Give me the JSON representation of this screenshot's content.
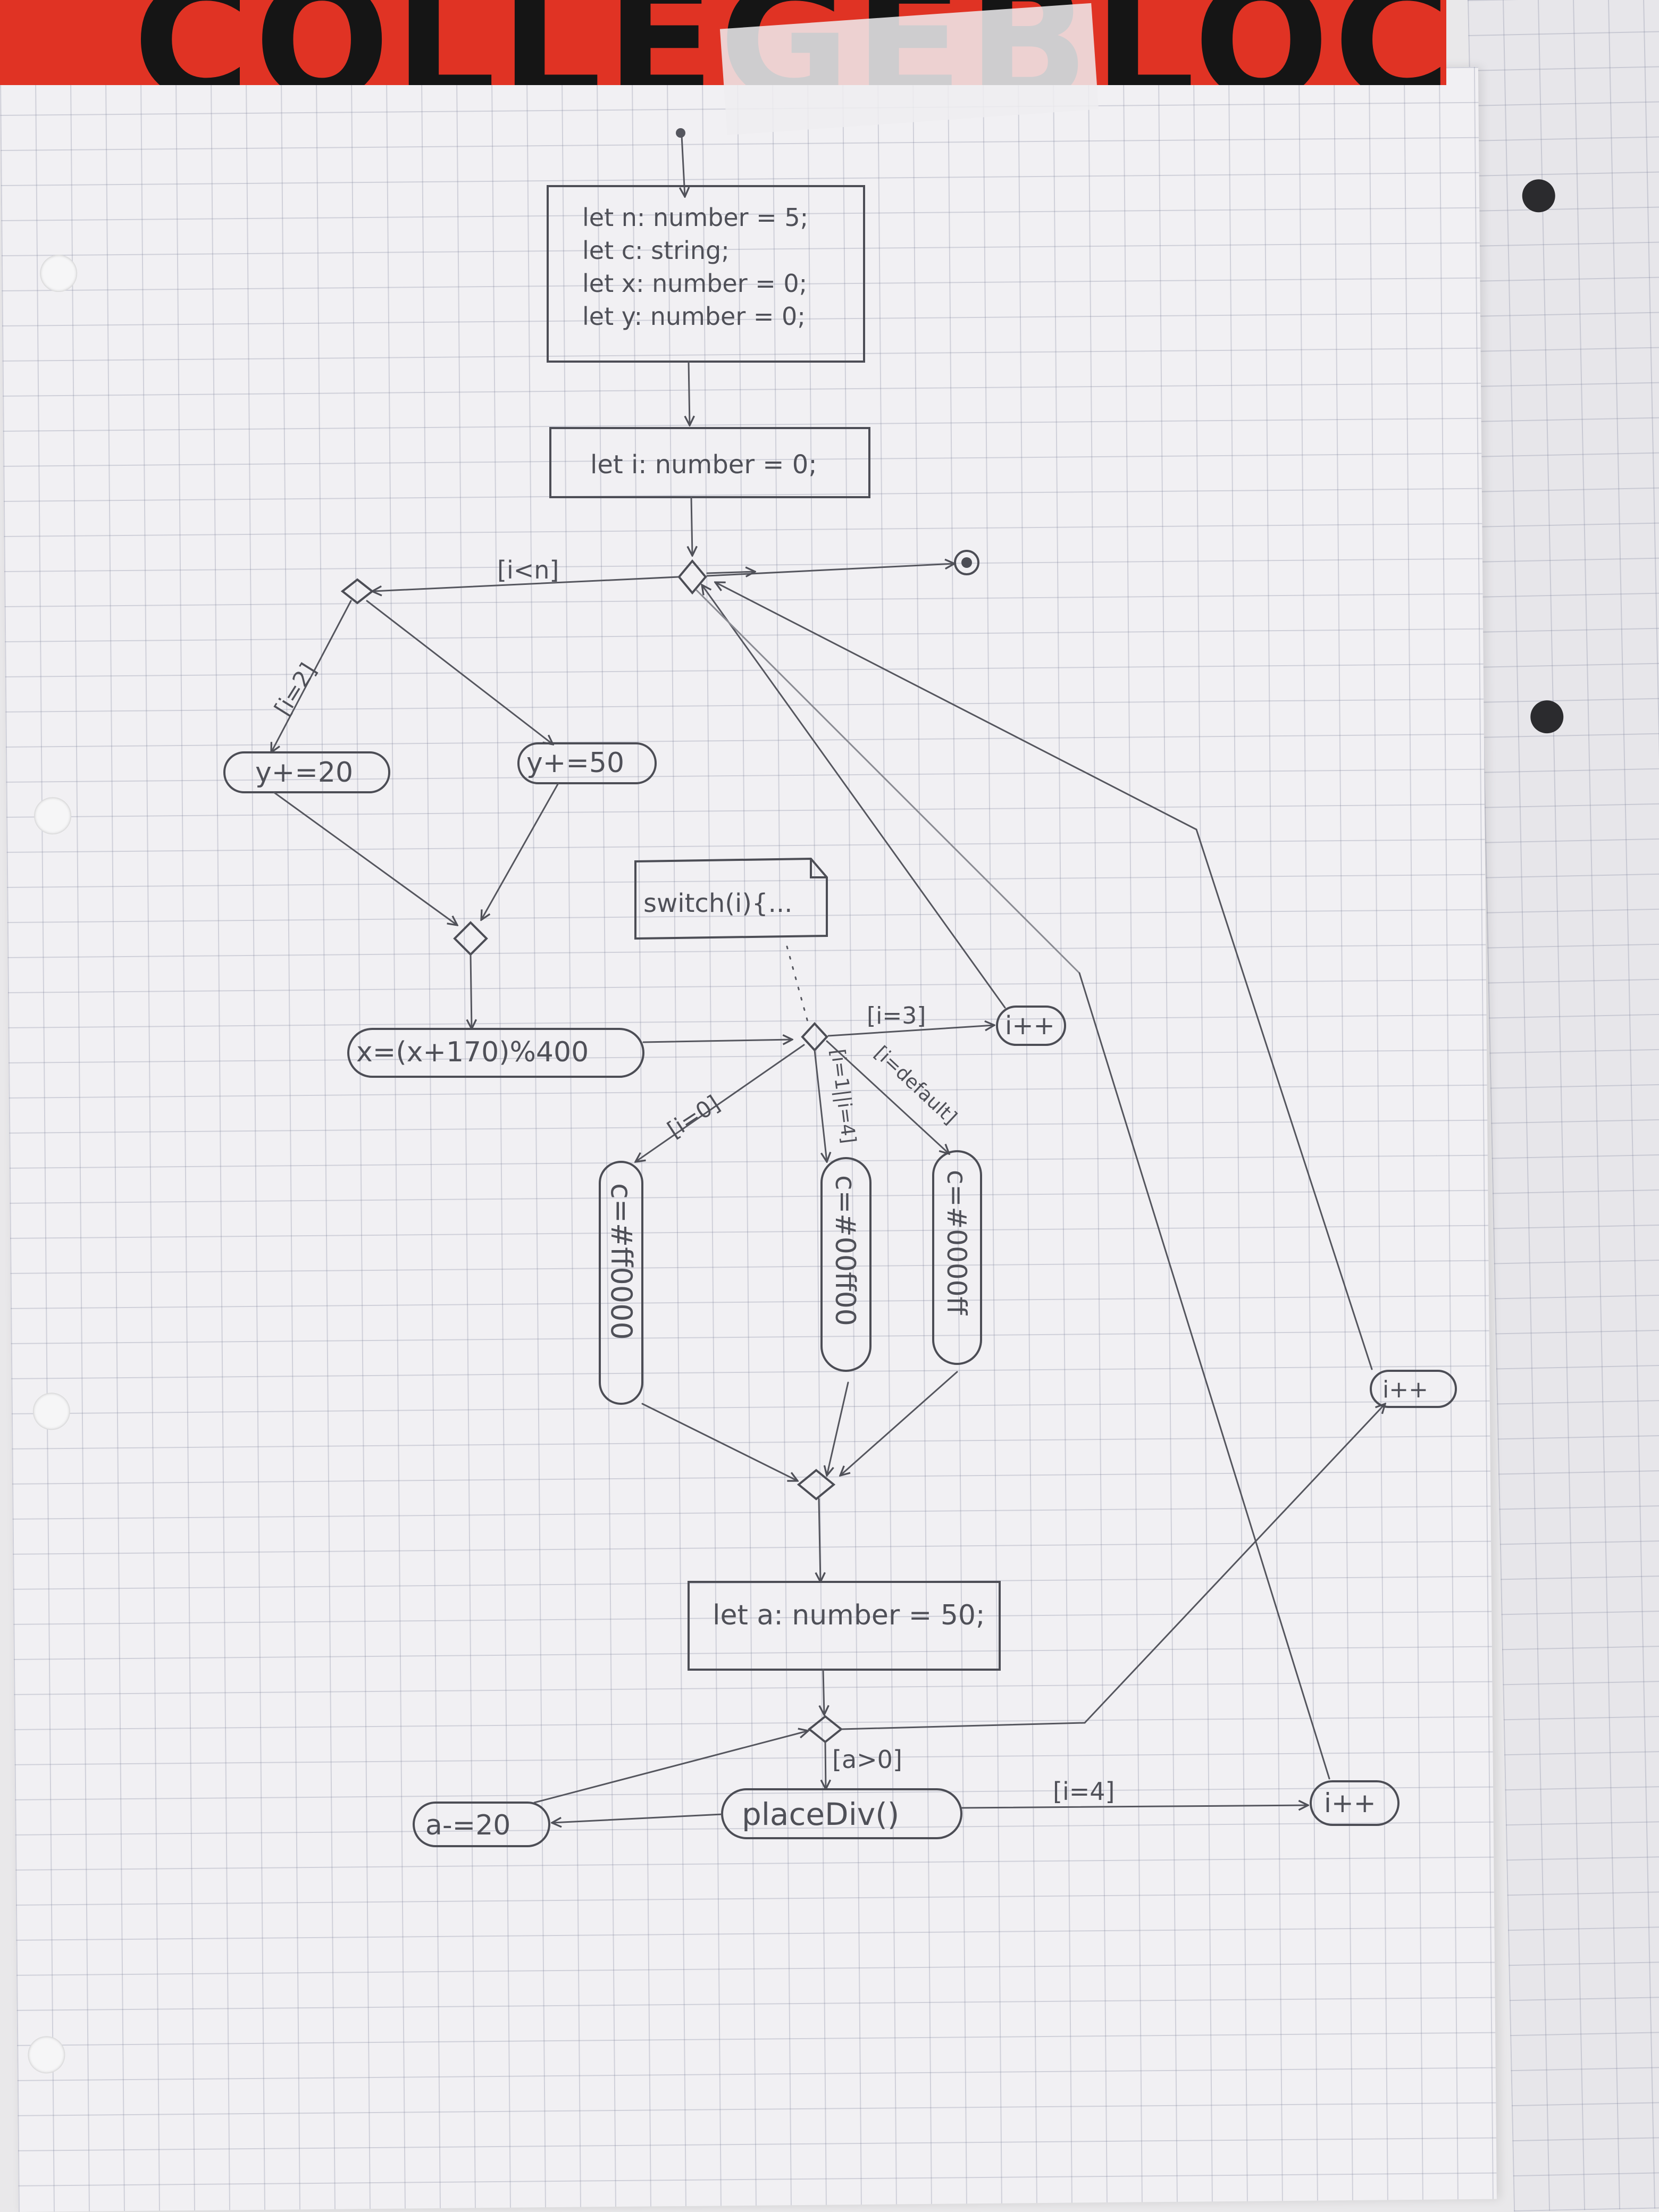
{
  "brand": {
    "text": "COLLEGEBLOCK"
  },
  "nodes": {
    "init_line1": "let n: number = 5;",
    "init_line2": "let c: string;",
    "init_line3": "let x: number = 0;",
    "init_line4": "let y: number = 0;",
    "loop_init": "let i: number = 0;",
    "y_plus_20": "y+=20",
    "y_plus_50": "y+=50",
    "x_assign": "x=(x+170)%400",
    "switch_note": "switch(i){...",
    "c_red": "c=#ff0000",
    "c_green": "c=#00ff00",
    "c_blue": "c=#0000ff",
    "let_a": "let a: number = 50;",
    "a_minus": "a-=20",
    "place_div": "placeDiv()",
    "i_inc_1": "i++",
    "i_inc_2": "i++",
    "i_inc_3": "i++"
  },
  "guards": {
    "i_lt_n": "[i<n]",
    "i_eq_2": "[i=2]",
    "i_eq_0": "[i=0]",
    "i_eq_3": "[i=3]",
    "i_eq_1_or_4": "[i=1||i=4]",
    "i_default": "[i=default]",
    "a_gt_0": "[a>0]",
    "i_eq_4": "[i=4]"
  },
  "colors": {
    "paper": "#f1f0f3",
    "grid": "#8c90a8",
    "ink": "#55565e",
    "brand_red": "#e03324"
  }
}
